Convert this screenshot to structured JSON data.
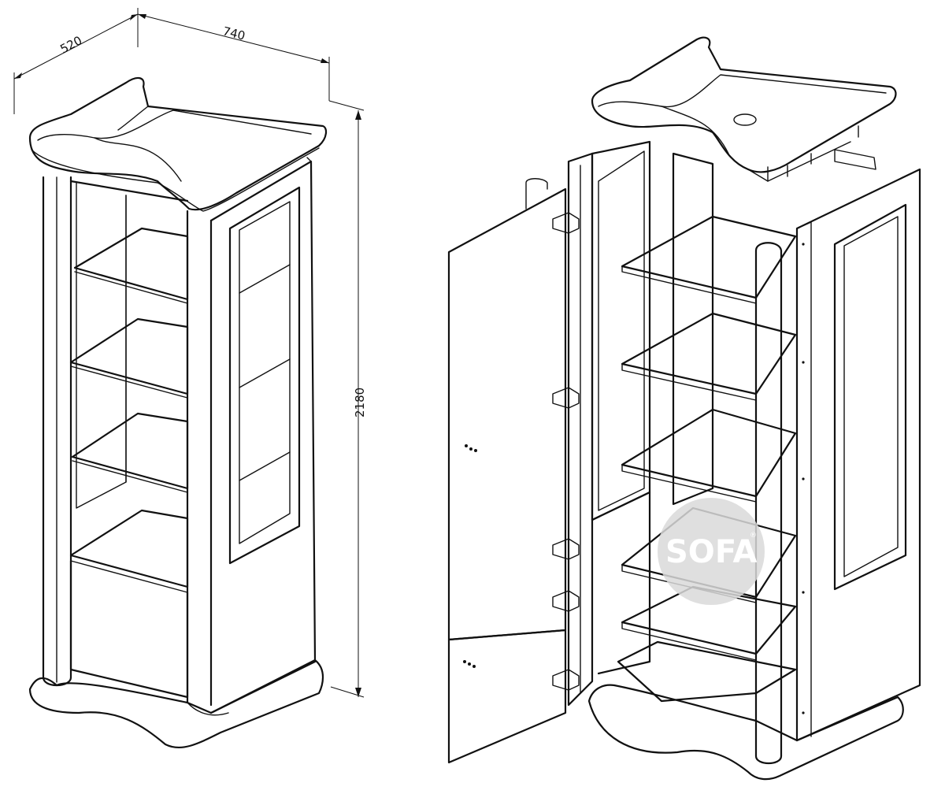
{
  "dimensions": {
    "depth": "520",
    "width": "740",
    "height": "2180"
  },
  "watermark": {
    "text": "SOFA",
    "registered": "®",
    "color": "#d9d9d9"
  },
  "colors": {
    "line": "#111111",
    "background": "#ffffff"
  }
}
